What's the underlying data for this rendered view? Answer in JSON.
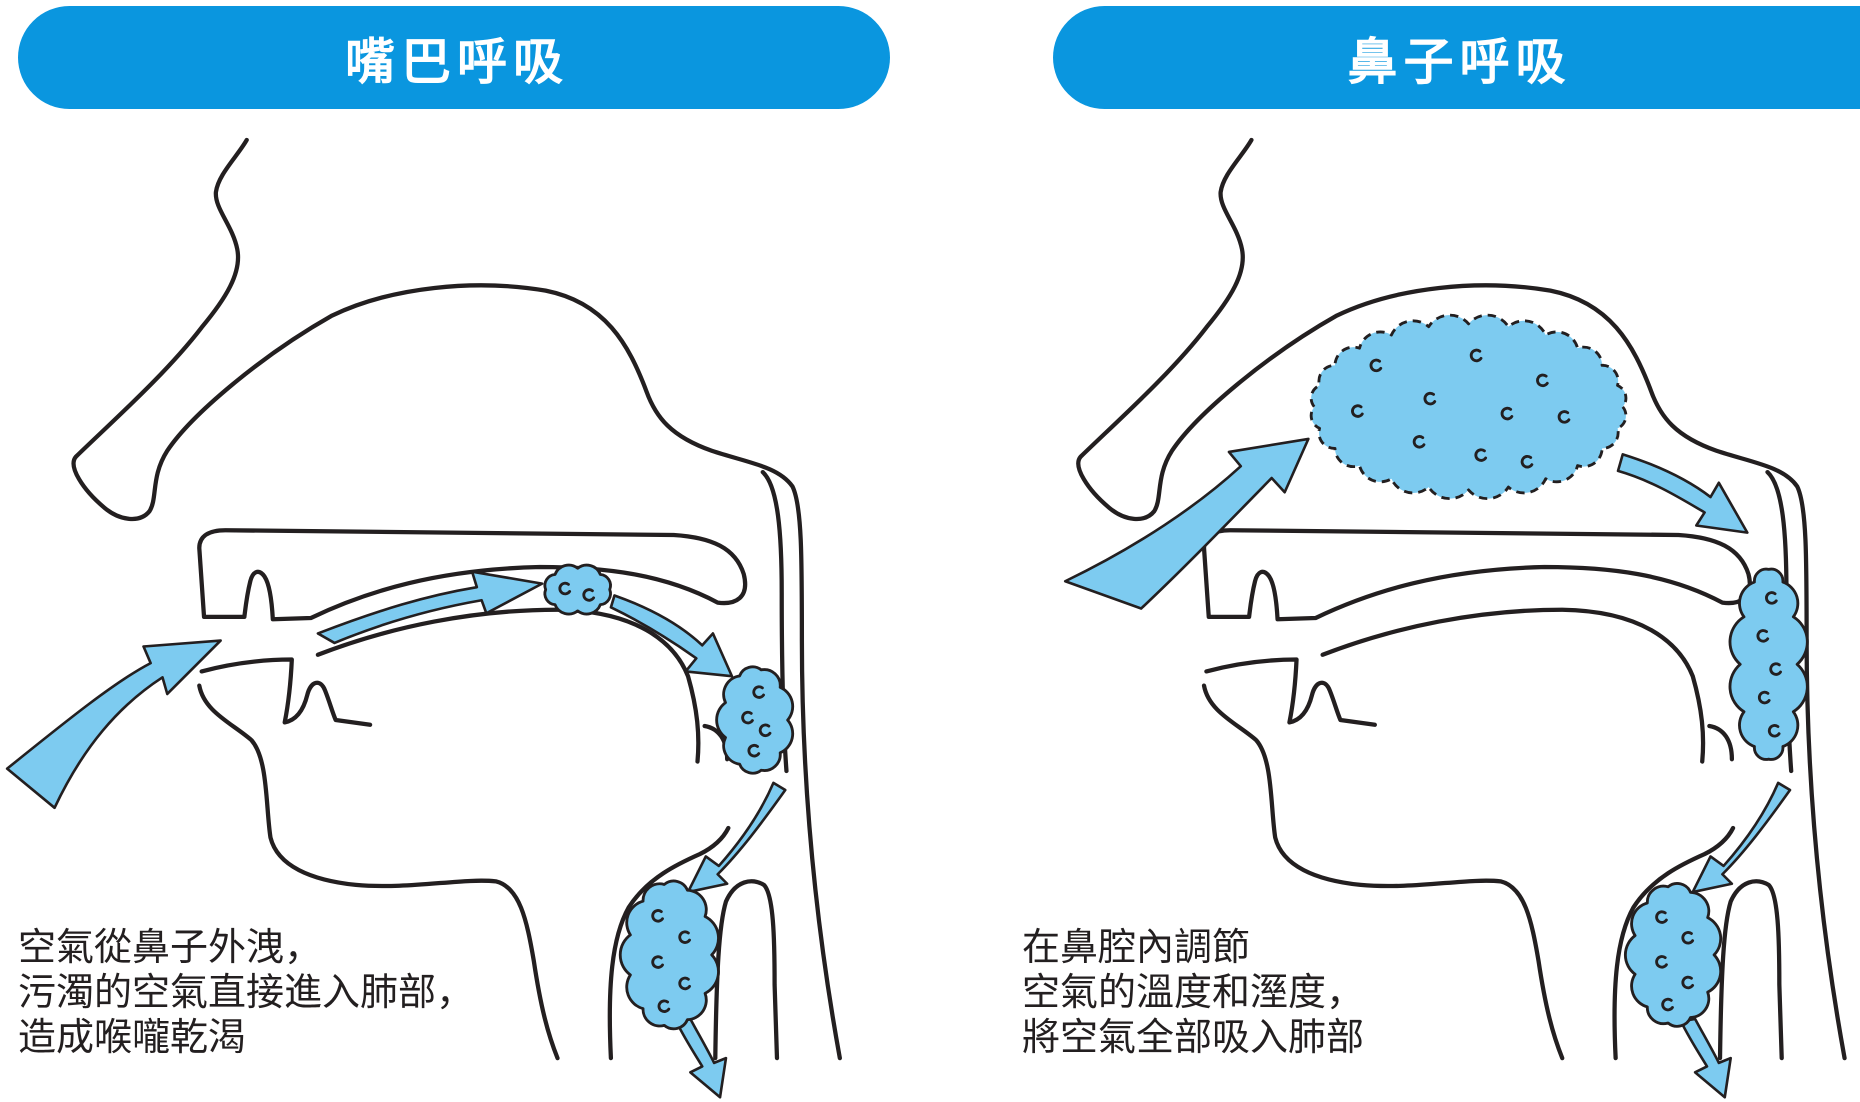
{
  "panels": [
    {
      "title": "嘴巴呼吸",
      "caption": [
        "空氣從鼻子外洩，",
        "污濁的空氣直接進入肺部，",
        "造成喉嚨乾渴"
      ]
    },
    {
      "title": "鼻子呼吸",
      "caption": [
        "在鼻腔內調節",
        "空氣的溫度和溼度，",
        "將空氣全部吸入肺部"
      ]
    }
  ],
  "colors": {
    "header_background": "#0a96df",
    "header_text": "#ffffff",
    "air_and_particles": "#7dcbf0",
    "line_drawing": "#231f20",
    "caption_text": "#231f20"
  }
}
